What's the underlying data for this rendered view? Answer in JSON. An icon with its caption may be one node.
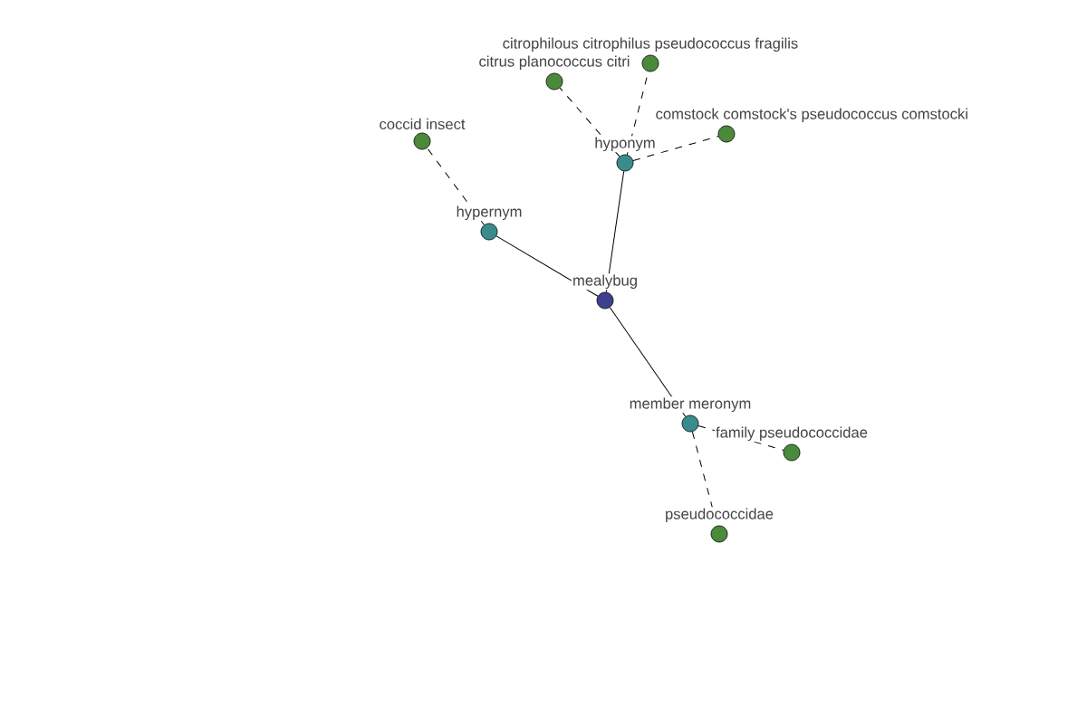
{
  "diagram": {
    "nodes": [
      {
        "text": [
          "mealybug"
        ]
      },
      {
        "text": [
          "hypernym"
        ]
      },
      {
        "text": [
          "hyponym"
        ]
      },
      {
        "text": [
          "member meronym"
        ]
      },
      {
        "text": [
          "coccid insect"
        ]
      },
      {
        "text": [
          "citrus planococcus citri"
        ]
      },
      {
        "text": [
          "citrophilous citrophilus pseudococcus fragilis"
        ]
      },
      {
        "text": [
          "comstock comstock's pseudococcus comstocki"
        ]
      },
      {
        "text": [
          "family pseudococcidae"
        ]
      },
      {
        "text": [
          "pseudococcidae"
        ]
      }
    ],
    "edges": [
      {
        "from": 0,
        "to": 1,
        "arrow": "none"
      },
      {
        "from": 0,
        "to": 2,
        "arrow": "none"
      },
      {
        "from": 0,
        "to": 3,
        "arrow": "none"
      },
      {
        "from": 1,
        "to": 4,
        "arrow": "none",
        "style": "dashed"
      },
      {
        "from": 2,
        "to": 5,
        "arrow": "none",
        "style": "dashed"
      },
      {
        "from": 2,
        "to": 6,
        "arrow": "none",
        "style": "dashed"
      },
      {
        "from": 2,
        "to": 7,
        "arrow": "none",
        "style": "dashed"
      },
      {
        "from": 3,
        "to": 8,
        "arrow": "none",
        "style": "dashed"
      },
      {
        "from": 3,
        "to": 9,
        "arrow": "none",
        "style": "dashed"
      }
    ]
  }
}
